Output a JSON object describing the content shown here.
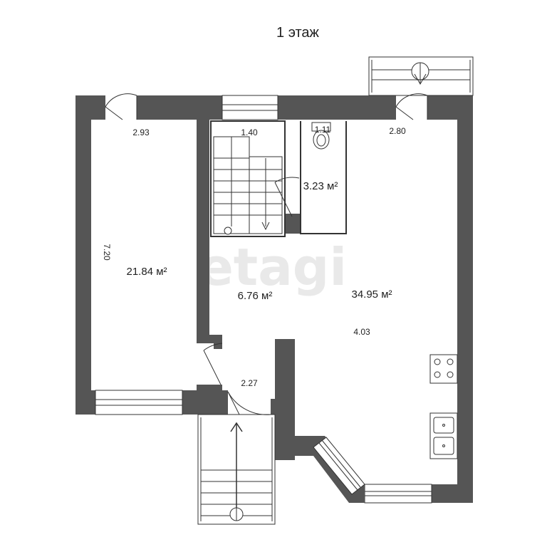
{
  "header": {
    "title": "1 этаж"
  },
  "watermark": {
    "text": "etagi"
  },
  "rooms": [
    {
      "id": "room-left",
      "area": "21.84 м²"
    },
    {
      "id": "hall",
      "area": "6.76 м²"
    },
    {
      "id": "wc",
      "area": "3.23 м²"
    },
    {
      "id": "kitchen-living",
      "area": "34.95 м²"
    }
  ],
  "dimensions": {
    "left_top": "2.93",
    "left_side": "7.20",
    "stair_top": "1.40",
    "wc_top": "1.11",
    "right_top": "2.80",
    "right_mid": "4.03",
    "entrance": "2.27"
  },
  "colors": {
    "wall": "#555555",
    "line": "#333333",
    "watermark": "#e9e9e9"
  }
}
